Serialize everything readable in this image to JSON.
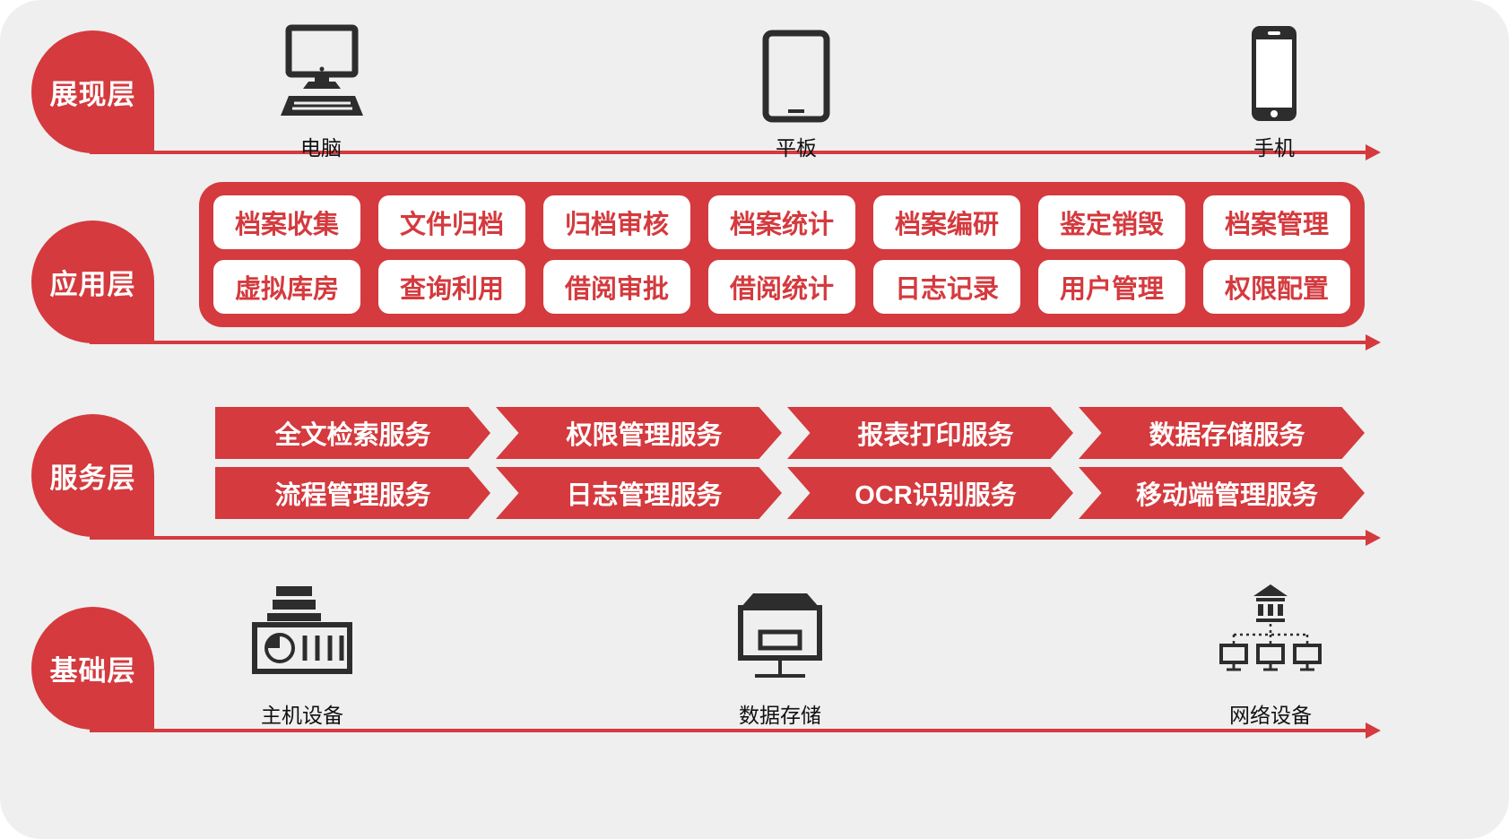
{
  "colors": {
    "red": "#d43a3e",
    "background": "#efefef",
    "icon": "#2d2d2d"
  },
  "layers": {
    "presentation": {
      "label": "展现层",
      "devices": [
        {
          "name": "电脑",
          "icon": "desktop-icon"
        },
        {
          "name": "平板",
          "icon": "tablet-icon"
        },
        {
          "name": "手机",
          "icon": "phone-icon"
        }
      ]
    },
    "application": {
      "label": "应用层",
      "row1": [
        "档案收集",
        "文件归档",
        "归档审核",
        "档案统计",
        "档案编研",
        "鉴定销毁",
        "档案管理"
      ],
      "row2": [
        "虚拟库房",
        "查询利用",
        "借阅审批",
        "借阅统计",
        "日志记录",
        "用户管理",
        "权限配置"
      ]
    },
    "service": {
      "label": "服务层",
      "row1": [
        "全文检索服务",
        "权限管理服务",
        "报表打印服务",
        "数据存储服务"
      ],
      "row2": [
        "流程管理服务",
        "日志管理服务",
        "OCR识别服务",
        "移动端管理服务"
      ]
    },
    "infrastructure": {
      "label": "基础层",
      "devices": [
        {
          "name": "主机设备",
          "icon": "server-icon"
        },
        {
          "name": "数据存储",
          "icon": "storage-icon"
        },
        {
          "name": "网络设备",
          "icon": "network-icon"
        }
      ]
    }
  }
}
